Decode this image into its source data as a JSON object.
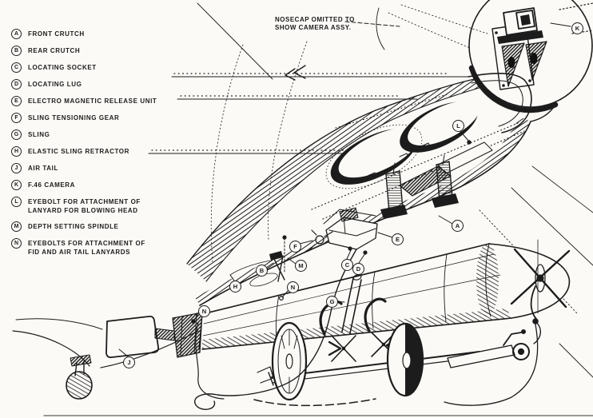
{
  "note": "NOSECAP OMITTED TO\nSHOW CAMERA ASSY.",
  "legend": {
    "items": [
      {
        "letter": "A",
        "label": "FRONT CRUTCH"
      },
      {
        "letter": "B",
        "label": "REAR CRUTCH"
      },
      {
        "letter": "C",
        "label": "LOCATING SOCKET"
      },
      {
        "letter": "D",
        "label": "LOCATING LUG"
      },
      {
        "letter": "E",
        "label": "ELECTRO MAGNETIC RELEASE UNIT"
      },
      {
        "letter": "F",
        "label": "SLING TENSIONING GEAR"
      },
      {
        "letter": "G",
        "label": "SLING"
      },
      {
        "letter": "H",
        "label": "ELASTIC SLING RETRACTOR"
      },
      {
        "letter": "J",
        "label": "AIR TAIL"
      },
      {
        "letter": "K",
        "label": "F.46 CAMERA"
      },
      {
        "letter": "L",
        "label": "EYEBOLT FOR ATTACHMENT OF\nLANYARD FOR BLOWING HEAD"
      },
      {
        "letter": "M",
        "label": "DEPTH SETTING SPINDLE"
      },
      {
        "letter": "N",
        "label": "EYEBOLTS FOR ATTACHMENT OF\nFID AND AIR TAIL LANYARDS"
      }
    ]
  },
  "callouts": [
    {
      "letter": "K"
    },
    {
      "letter": "L"
    },
    {
      "letter": "A"
    },
    {
      "letter": "E"
    },
    {
      "letter": "F"
    },
    {
      "letter": "M"
    },
    {
      "letter": "B"
    },
    {
      "letter": "C"
    },
    {
      "letter": "D"
    },
    {
      "letter": "H"
    },
    {
      "letter": "N"
    },
    {
      "letter": "G"
    },
    {
      "letter": "N"
    },
    {
      "letter": "J"
    }
  ],
  "colors": {
    "ink": "#1c1c1c",
    "paper": "#fbfaf7"
  }
}
